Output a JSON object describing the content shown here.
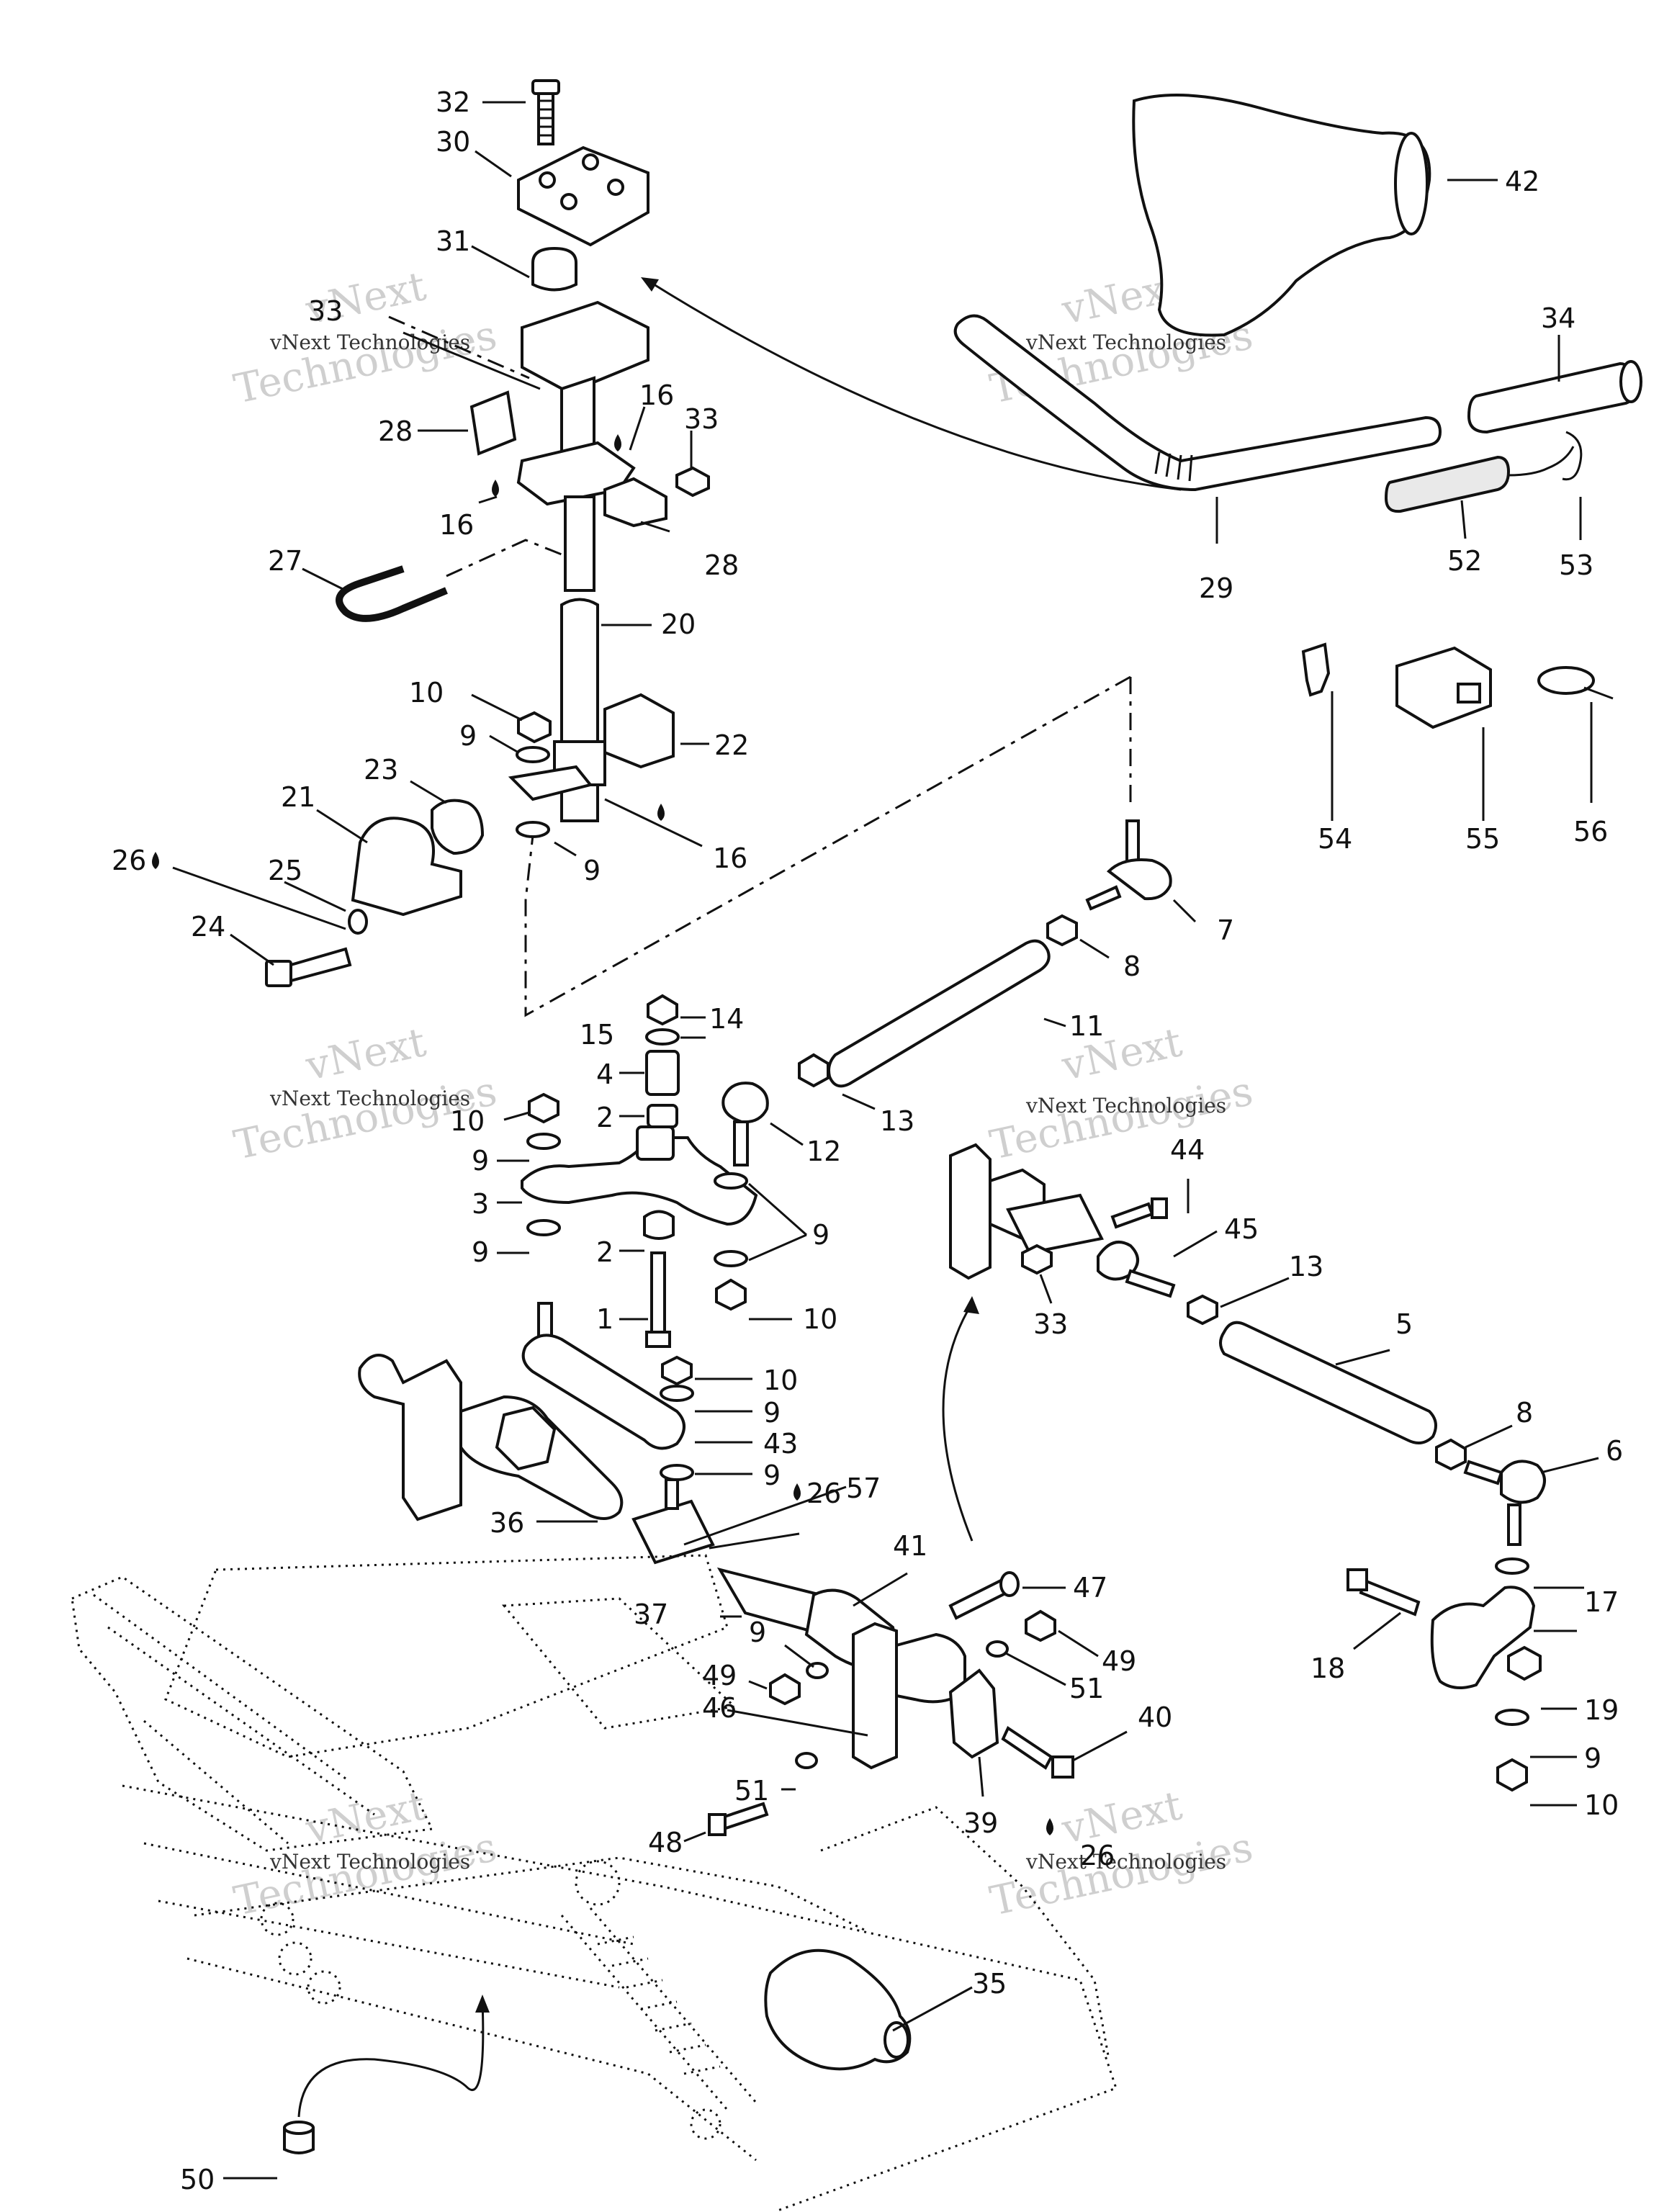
{
  "watermark": {
    "company": "vNext Technologies",
    "big_line1": "vNext",
    "big_line2": "Technologies"
  },
  "colors": {
    "ink": "#111111",
    "paper": "#ffffff",
    "watermark": "#cfcfcf"
  },
  "lube_icon": "oil-drop-icon",
  "callouts": [
    {
      "id": "c32a",
      "text": "32"
    },
    {
      "id": "c30",
      "text": "30"
    },
    {
      "id": "c31",
      "text": "31"
    },
    {
      "id": "c33a",
      "text": "33"
    },
    {
      "id": "c28a",
      "text": "28"
    },
    {
      "id": "c16a",
      "text": "16"
    },
    {
      "id": "c16b",
      "text": "16"
    },
    {
      "id": "c33b",
      "text": "33"
    },
    {
      "id": "c28b",
      "text": "28"
    },
    {
      "id": "c27",
      "text": "27"
    },
    {
      "id": "c20",
      "text": "20"
    },
    {
      "id": "c10a",
      "text": "10"
    },
    {
      "id": "c9a",
      "text": "9"
    },
    {
      "id": "c22",
      "text": "22"
    },
    {
      "id": "c23",
      "text": "23"
    },
    {
      "id": "c21",
      "text": "21"
    },
    {
      "id": "c16c",
      "text": "16"
    },
    {
      "id": "c26a",
      "text": "26"
    },
    {
      "id": "c25",
      "text": "25"
    },
    {
      "id": "c9b",
      "text": "9"
    },
    {
      "id": "c24",
      "text": "24"
    },
    {
      "id": "c42",
      "text": "42"
    },
    {
      "id": "c34",
      "text": "34"
    },
    {
      "id": "c52",
      "text": "52"
    },
    {
      "id": "c53",
      "text": "53"
    },
    {
      "id": "c29",
      "text": "29"
    },
    {
      "id": "c54",
      "text": "54"
    },
    {
      "id": "c55",
      "text": "55"
    },
    {
      "id": "c56",
      "text": "56"
    },
    {
      "id": "c7",
      "text": "7"
    },
    {
      "id": "c8a",
      "text": "8"
    },
    {
      "id": "c14",
      "text": "14"
    },
    {
      "id": "c15",
      "text": "15"
    },
    {
      "id": "c11",
      "text": "11"
    },
    {
      "id": "c4",
      "text": "4"
    },
    {
      "id": "c2a",
      "text": "2"
    },
    {
      "id": "c10b",
      "text": "10"
    },
    {
      "id": "c13a",
      "text": "13"
    },
    {
      "id": "c12",
      "text": "12"
    },
    {
      "id": "c9c",
      "text": "9"
    },
    {
      "id": "c3",
      "text": "3"
    },
    {
      "id": "c9d",
      "text": "9"
    },
    {
      "id": "c9e",
      "text": "9"
    },
    {
      "id": "c2b",
      "text": "2"
    },
    {
      "id": "c10c",
      "text": "10"
    },
    {
      "id": "c1",
      "text": "1"
    },
    {
      "id": "c44",
      "text": "44"
    },
    {
      "id": "c45",
      "text": "45"
    },
    {
      "id": "c13b",
      "text": "13"
    },
    {
      "id": "c33c",
      "text": "33"
    },
    {
      "id": "c5",
      "text": "5"
    },
    {
      "id": "c10d",
      "text": "10"
    },
    {
      "id": "c9f",
      "text": "9"
    },
    {
      "id": "c43",
      "text": "43"
    },
    {
      "id": "c9g",
      "text": "9"
    },
    {
      "id": "c8b",
      "text": "8"
    },
    {
      "id": "c6",
      "text": "6"
    },
    {
      "id": "c57",
      "text": "57"
    },
    {
      "id": "c36",
      "text": "36"
    },
    {
      "id": "c26b",
      "text": "26"
    },
    {
      "id": "c41",
      "text": "41"
    },
    {
      "id": "c47",
      "text": "47"
    },
    {
      "id": "c37",
      "text": "37"
    },
    {
      "id": "c9h",
      "text": "9"
    },
    {
      "id": "c17",
      "text": "17"
    },
    {
      "id": "c49a",
      "text": "49"
    },
    {
      "id": "c49b",
      "text": "49"
    },
    {
      "id": "c18",
      "text": "18"
    },
    {
      "id": "c51a",
      "text": "51"
    },
    {
      "id": "c46",
      "text": "46"
    },
    {
      "id": "c19",
      "text": "19"
    },
    {
      "id": "c40",
      "text": "40"
    },
    {
      "id": "c9i",
      "text": "9"
    },
    {
      "id": "c51b",
      "text": "51"
    },
    {
      "id": "c10e",
      "text": "10"
    },
    {
      "id": "c39",
      "text": "39"
    },
    {
      "id": "c48",
      "text": "48"
    },
    {
      "id": "c26c",
      "text": "26"
    },
    {
      "id": "c35",
      "text": "35"
    },
    {
      "id": "c50",
      "text": "50"
    }
  ]
}
